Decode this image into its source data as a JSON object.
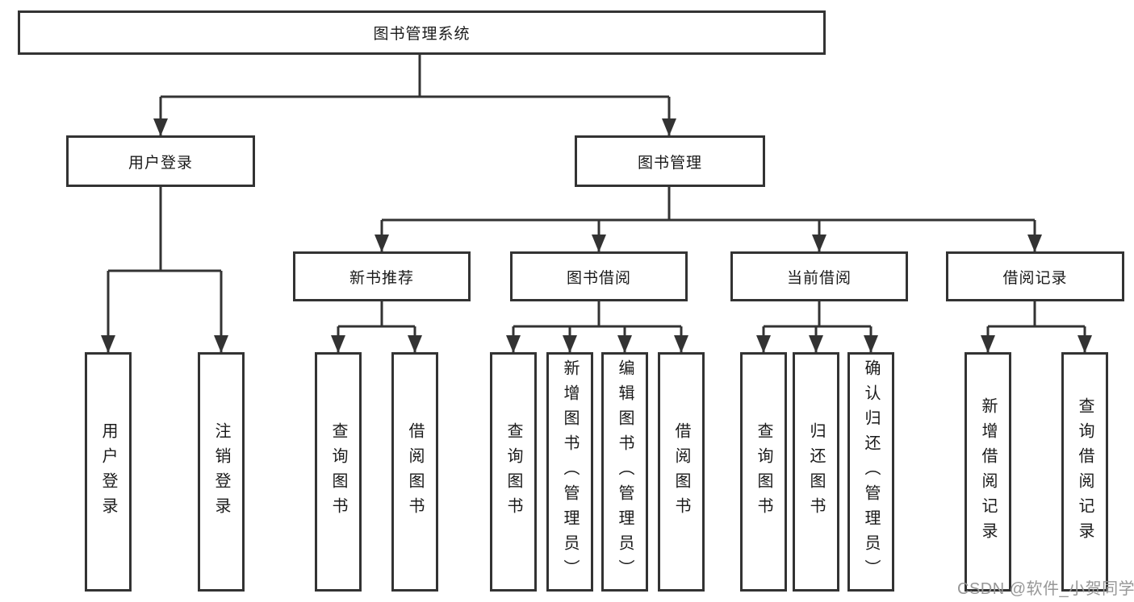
{
  "tree": {
    "root": {
      "label": "图书管理系统"
    },
    "level2": [
      {
        "label": "用户登录",
        "children": [
          {
            "label": "用户登录"
          },
          {
            "label": "注销登录"
          }
        ]
      },
      {
        "label": "图书管理",
        "children": [
          {
            "label": "新书推荐",
            "children": [
              {
                "label": "查询图书"
              },
              {
                "label": "借阅图书"
              }
            ]
          },
          {
            "label": "图书借阅",
            "children": [
              {
                "label": "查询图书"
              },
              {
                "label": "新增图书（管理员）"
              },
              {
                "label": "编辑图书（管理员）"
              },
              {
                "label": "借阅图书"
              }
            ]
          },
          {
            "label": "当前借阅",
            "children": [
              {
                "label": "查询图书"
              },
              {
                "label": "归还图书"
              },
              {
                "label": "确认归还（管理员）"
              }
            ]
          },
          {
            "label": "借阅记录",
            "children": [
              {
                "label": "新增借阅记录"
              },
              {
                "label": "查询借阅记录"
              }
            ]
          }
        ]
      }
    ]
  },
  "watermark": "CSDN @软件_小贺同学",
  "colors": {
    "line": "#333333",
    "box_border": "#333333",
    "box_fill": "#ffffff",
    "text": "#1a1a1a",
    "watermark": "#979797"
  }
}
